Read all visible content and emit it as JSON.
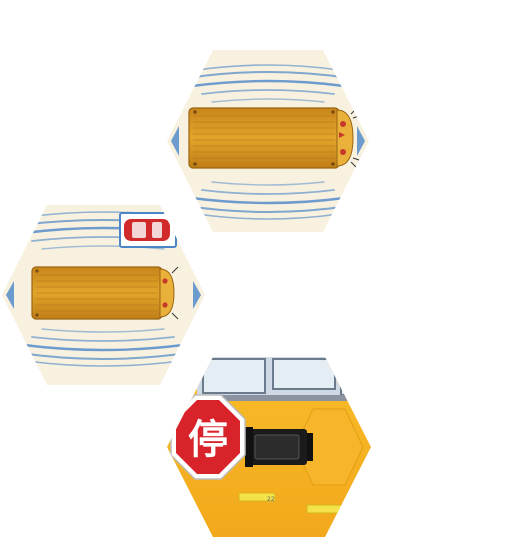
{
  "tiles": [
    {
      "id": "bus-top-view-hexagon",
      "description_label": ""
    },
    {
      "id": "bus-and-car-top-view-hexagon",
      "description_label": ""
    },
    {
      "id": "stop-sign-arm-hexagon",
      "description_label": ""
    }
  ],
  "stop_sign": {
    "text": "停"
  },
  "colors": {
    "background": "#ffffff",
    "tile_cream": "#f8f1df",
    "wave_blue": "#4a86c8",
    "bus_orange": "#d99a1c",
    "bus_yellow": "#f5b321",
    "sign_red": "#d8232a",
    "car_red": "#d02a2a"
  }
}
